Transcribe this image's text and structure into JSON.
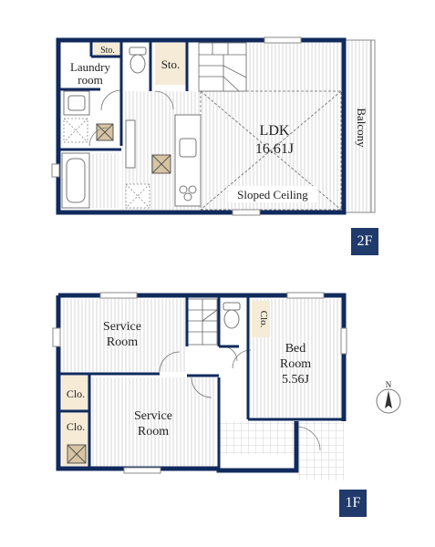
{
  "colors": {
    "wall": "#102a5c",
    "badge": "#1f3a6b",
    "closet_fill": "#f5ebd7",
    "stripe": "#d7d7d7",
    "hatch": "#d6d6d6",
    "line": "#555555",
    "fixture": "#9a9a9a"
  },
  "floor2": {
    "badge": "2F",
    "rooms": {
      "storage_small": "Sto.",
      "laundry_line1": "Laundry",
      "laundry_line2": "room",
      "storage": "Sto.",
      "ldk_name": "LDK",
      "ldk_area": "16.61J",
      "sloped_ceiling": "Sloped Ceiling",
      "balcony": "Balcony"
    }
  },
  "floor1": {
    "badge": "1F",
    "rooms": {
      "service_room_a_line1": "Service",
      "service_room_a_line2": "Room",
      "service_room_b_line1": "Service",
      "service_room_b_line2": "Room",
      "bedroom_line1": "Bed",
      "bedroom_line2": "Room",
      "bedroom_area": "5.56J",
      "closet_1": "Clo.",
      "closet_2": "Clo.",
      "closet_3": "Clo."
    }
  },
  "compass": {
    "label": "N"
  }
}
